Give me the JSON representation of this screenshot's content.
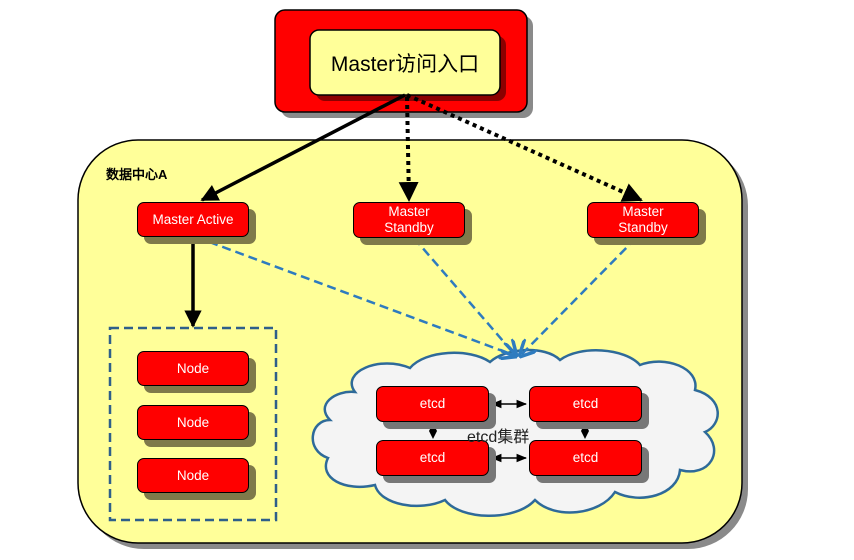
{
  "diagram": {
    "entry": {
      "label": "Master访问入口",
      "outer_color": "#ff0000",
      "inner_color": "#ffff99"
    },
    "datacenter": {
      "label": "数据中心A",
      "fill": "#ffff99"
    },
    "masters": [
      {
        "id": "master-active",
        "label": "Master Active"
      },
      {
        "id": "master-standby-1",
        "label_line1": "Master",
        "label_line2": "Standby",
        "ghost": "Standby"
      },
      {
        "id": "master-standby-2",
        "label_line1": "Master",
        "label_line2": "Standby",
        "ghost": "Standby"
      }
    ],
    "nodes": [
      {
        "label": "Node"
      },
      {
        "label": "Node"
      },
      {
        "label": "Node"
      }
    ],
    "etcd_cluster": {
      "label": "etcd集群",
      "members": [
        {
          "label": "etcd"
        },
        {
          "label": "etcd"
        },
        {
          "label": "etcd"
        },
        {
          "label": "etcd"
        }
      ],
      "cloud_fill": "#f4f4f4",
      "cloud_stroke": "#2e6a99"
    },
    "edges": [
      {
        "from": "entry",
        "to": "master-active",
        "style": "solid"
      },
      {
        "from": "entry",
        "to": "master-standby-1",
        "style": "dotted"
      },
      {
        "from": "entry",
        "to": "master-standby-2",
        "style": "dotted"
      },
      {
        "from": "master-active",
        "to": "nodes",
        "style": "solid"
      },
      {
        "from": "master-active",
        "to": "etcd-cluster",
        "style": "dashed"
      },
      {
        "from": "master-standby-1",
        "to": "etcd-cluster",
        "style": "dashed"
      },
      {
        "from": "master-standby-2",
        "to": "etcd-cluster",
        "style": "dashed"
      },
      {
        "from": "etcd-1",
        "to": "etcd-2",
        "style": "bidirectional"
      },
      {
        "from": "etcd-3",
        "to": "etcd-4",
        "style": "bidirectional"
      },
      {
        "from": "etcd-1",
        "to": "etcd-3",
        "style": "diamond"
      },
      {
        "from": "etcd-2",
        "to": "etcd-4",
        "style": "diamond"
      }
    ]
  }
}
